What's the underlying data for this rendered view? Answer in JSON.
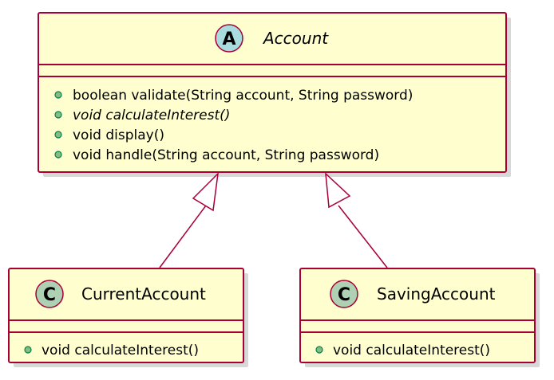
{
  "colors": {
    "class_fill": "#FEFECE",
    "border": "#A80036",
    "abstract_badge": "#A9DCDF",
    "class_badge": "#ADD1B2",
    "public_dot": "#84BE84"
  },
  "classes": {
    "account": {
      "badge": "A",
      "name": "Account",
      "members": [
        "boolean validate(String account, String password)",
        "void calculateInterest()",
        "void display()",
        "void handle(String account, String password)"
      ]
    },
    "current_account": {
      "badge": "C",
      "name": "CurrentAccount",
      "members": [
        "void calculateInterest()"
      ]
    },
    "saving_account": {
      "badge": "C",
      "name": "SavingAccount",
      "members": [
        "void calculateInterest()"
      ]
    }
  }
}
